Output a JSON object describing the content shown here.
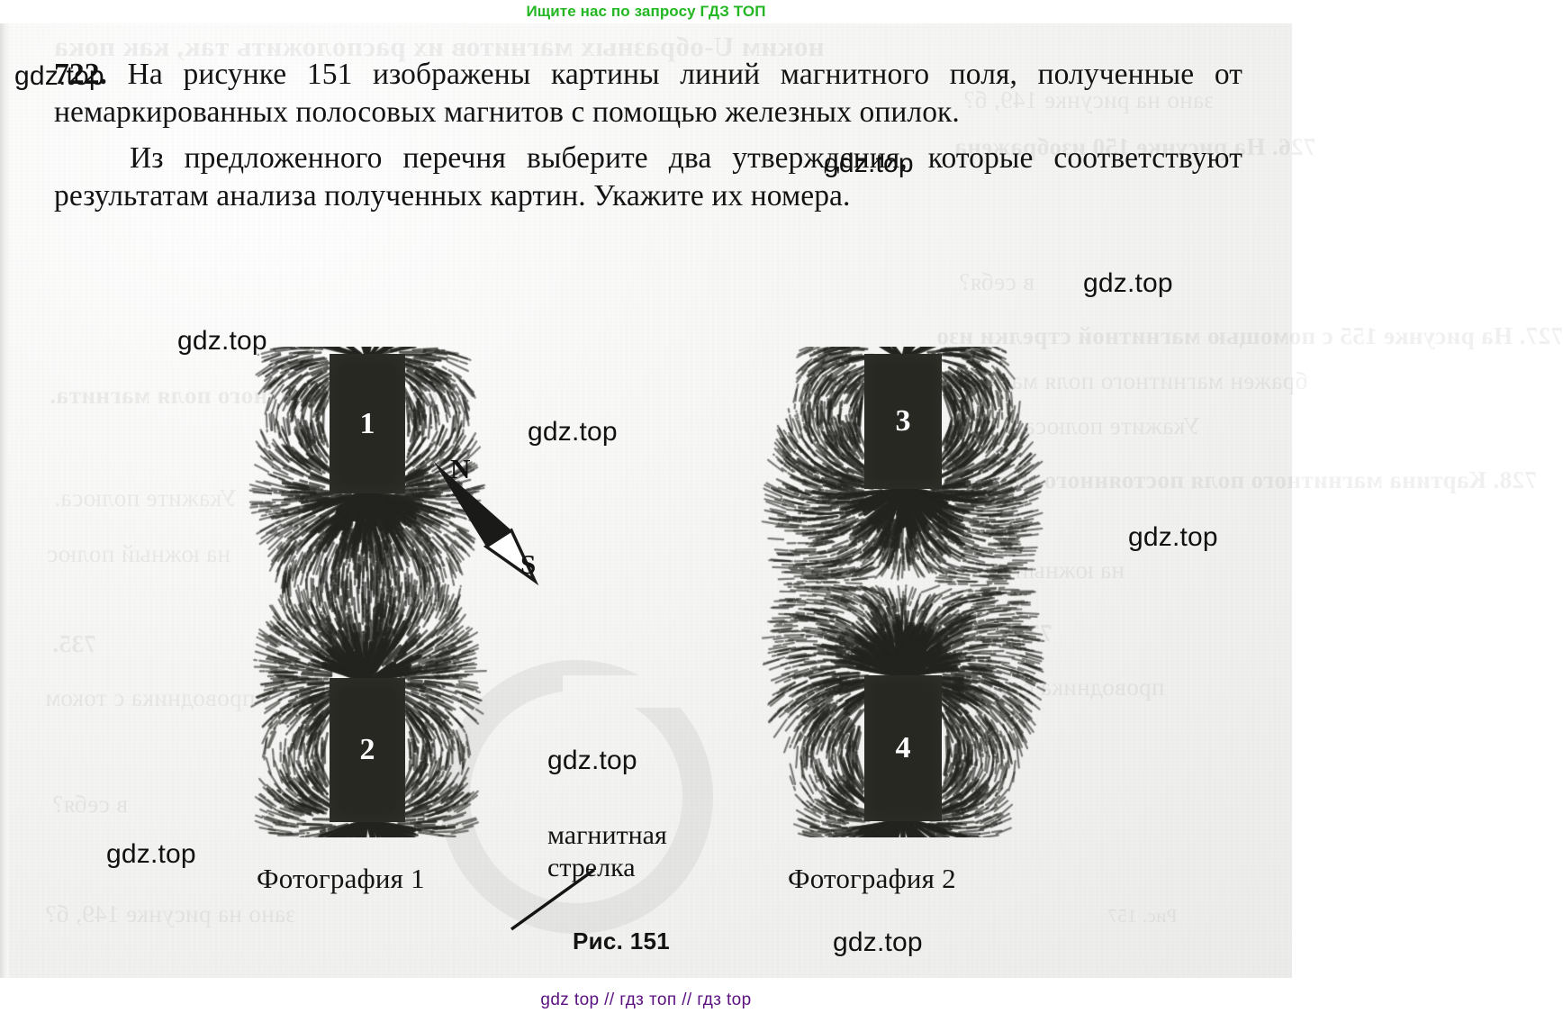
{
  "banner": {
    "text": "Ищите нас по запросу ГДЗ ТОП",
    "color": "#22b723"
  },
  "footer": {
    "text": "gdz top  //  гдз топ  //  гдз top",
    "color": "#5b1080"
  },
  "exercise": {
    "number": "722.",
    "paragraph_1": "На рисунке 151 изображены картины линий магнитного поля, полученные от немаркированных полосовых магнитов с помощью железных опилок.",
    "paragraph_2": "Из предложенного перечня выберите два утверждения, которые соответствуют результатам анализа полученных картин. Укажите их номера."
  },
  "figure": {
    "label": "Рис. 151",
    "caption_1": "Фотография 1",
    "caption_2": "Фотография 2",
    "annotation": {
      "line_1": "магнитная",
      "line_2": "стрелка"
    },
    "compass": {
      "north": "N",
      "south": "S"
    },
    "magnets": [
      {
        "id": "1",
        "photo": 1,
        "position": "top"
      },
      {
        "id": "2",
        "photo": 1,
        "position": "bottom"
      },
      {
        "id": "3",
        "photo": 2,
        "position": "top"
      },
      {
        "id": "4",
        "photo": 2,
        "position": "bottom"
      }
    ]
  },
  "watermarks": {
    "w1": "gdz.top",
    "w2": "gdz.top",
    "w3": "gdz.top",
    "w4": "gdz.top",
    "w5": "gdz.top",
    "w6": "gdz.top",
    "w7": "gdz.top",
    "w8": "gdz.top",
    "w9": "gdz.top"
  },
  "ghost_text": {
    "g1": "ноким U-образных магнитов их расположить так, как пока",
    "g2": "зано на рисунке 149, б?",
    "g3": "726. На рисунке 150 изображена",
    "g4": "в себя?",
    "g5": "727. На рисунке 155 с помощью магнитной стрелки изо",
    "g6": "бражен магнитного поля магнита.",
    "g7": "Укажите полюса.",
    "g8": "728. Картина магнитного поля постоянного магнита,",
    "g9": "на южный полюс",
    "g10": "735.",
    "g11": "проводника с током",
    "g12": "Рис. 157"
  }
}
